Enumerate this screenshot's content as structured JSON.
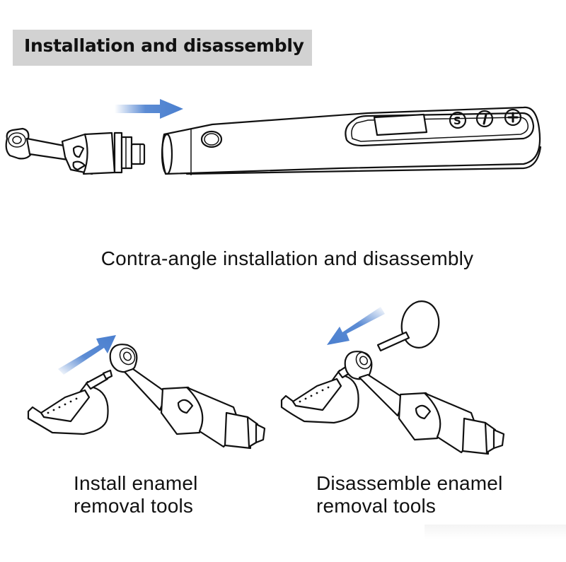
{
  "header": {
    "title": "Installation and disassembly",
    "background_color": "#d2d2d2"
  },
  "section_main": {
    "caption": "Contra-angle installation and disassembly",
    "illustration": {
      "parts": [
        "contra-angle-head",
        "handpiece-body"
      ],
      "arrow_direction": "right",
      "display_buttons": [
        {
          "label": "S",
          "icon": "s-button-icon"
        },
        {
          "label": "I",
          "icon": "i-button-icon"
        },
        {
          "label": "+",
          "icon": "plus-button-icon"
        }
      ]
    }
  },
  "section_install": {
    "caption_line1": "Install enamel",
    "caption_line2": "removal tools",
    "arrow_direction": "up-right"
  },
  "section_disassemble": {
    "caption_line1": "Disassemble enamel",
    "caption_line2": "removal tools",
    "arrow_direction": "down-left"
  },
  "colors": {
    "arrow": "#4a7fcf",
    "line": "#111111",
    "text": "#111111"
  }
}
